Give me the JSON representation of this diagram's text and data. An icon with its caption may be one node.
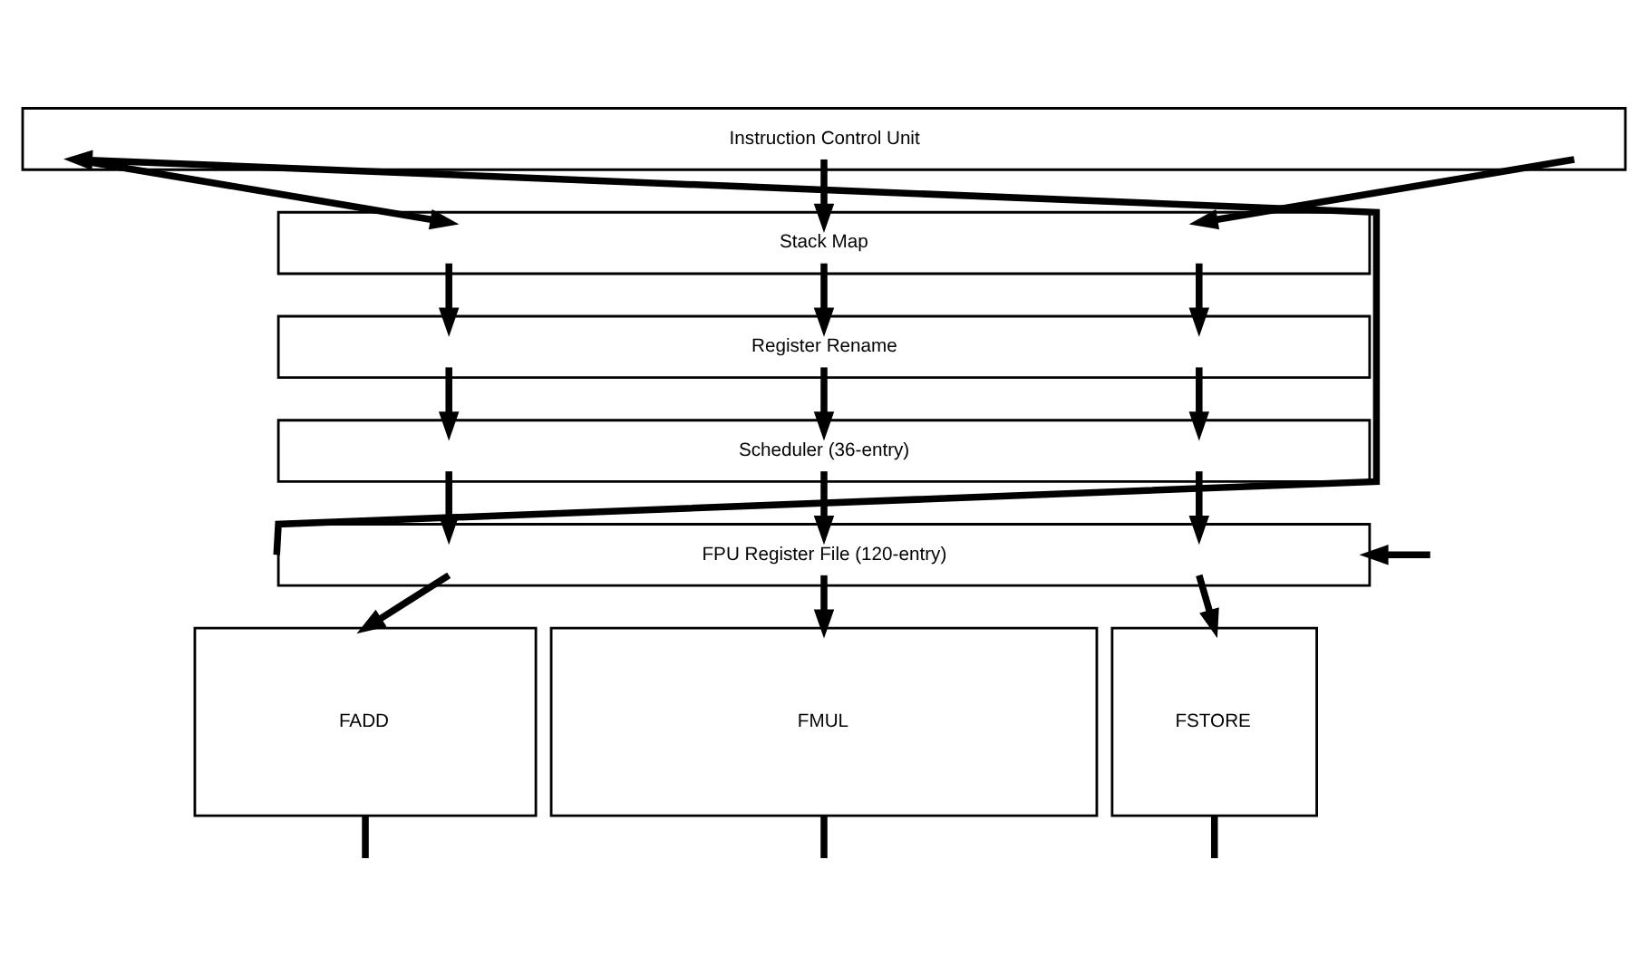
{
  "diagram": {
    "nodes": [
      {
        "text": [
          "Instruction Control Unit"
        ]
      },
      {
        "text": [
          "Stack Map"
        ]
      },
      {
        "text": [
          "Register Rename"
        ]
      },
      {
        "text": [
          "Scheduler (36-entry)"
        ]
      },
      {
        "text": [
          "FPU Register File (120-entry)"
        ]
      },
      {
        "text": [
          "FADD"
        ]
      },
      {
        "text": [
          "FMUL"
        ]
      },
      {
        "text": [
          "FSTORE"
        ]
      }
    ],
    "edges": [
      {
        "from": 0,
        "to": 1,
        "arrow": "to"
      },
      {
        "from": 0,
        "to": 1,
        "arrow": "to"
      },
      {
        "from": 0,
        "to": 1,
        "arrow": "to"
      },
      {
        "from": 1,
        "to": 2,
        "arrow": "to"
      },
      {
        "from": 1,
        "to": 2,
        "arrow": "to"
      },
      {
        "from": 1,
        "to": 2,
        "arrow": "to"
      },
      {
        "from": 2,
        "to": 3,
        "arrow": "to"
      },
      {
        "from": 2,
        "to": 3,
        "arrow": "to"
      },
      {
        "from": 2,
        "to": 3,
        "arrow": "to"
      },
      {
        "from": 3,
        "to": 4,
        "arrow": "to"
      },
      {
        "from": 3,
        "to": 4,
        "arrow": "to"
      },
      {
        "from": 3,
        "to": 4,
        "arrow": "to"
      },
      {
        "from": 4,
        "to": 5,
        "arrow": "to"
      },
      {
        "from": 4,
        "to": 6,
        "arrow": "to"
      },
      {
        "from": 4,
        "to": 7,
        "arrow": "to"
      },
      {
        "from": 4,
        "to": 0,
        "arrow": "to"
      },
      {
        "from": null,
        "to": 4,
        "arrow": "to"
      },
      {
        "from": 5,
        "to": null,
        "arrow": "none"
      },
      {
        "from": 6,
        "to": null,
        "arrow": "none"
      },
      {
        "from": 7,
        "to": null,
        "arrow": "none"
      }
    ]
  }
}
